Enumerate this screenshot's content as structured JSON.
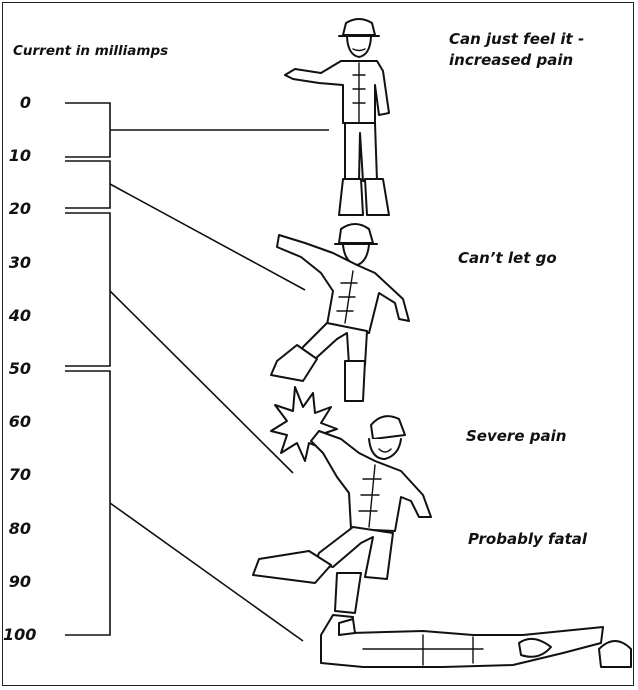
{
  "title": "Current in milliamps",
  "scale": {
    "ticks": [
      "0",
      "10",
      "20",
      "30",
      "40",
      "50",
      "60",
      "70",
      "80",
      "90",
      "100"
    ]
  },
  "captions": [
    "Can just feel it - increased pain",
    "Can’t let go",
    "Severe pain",
    "Probably fatal"
  ]
}
